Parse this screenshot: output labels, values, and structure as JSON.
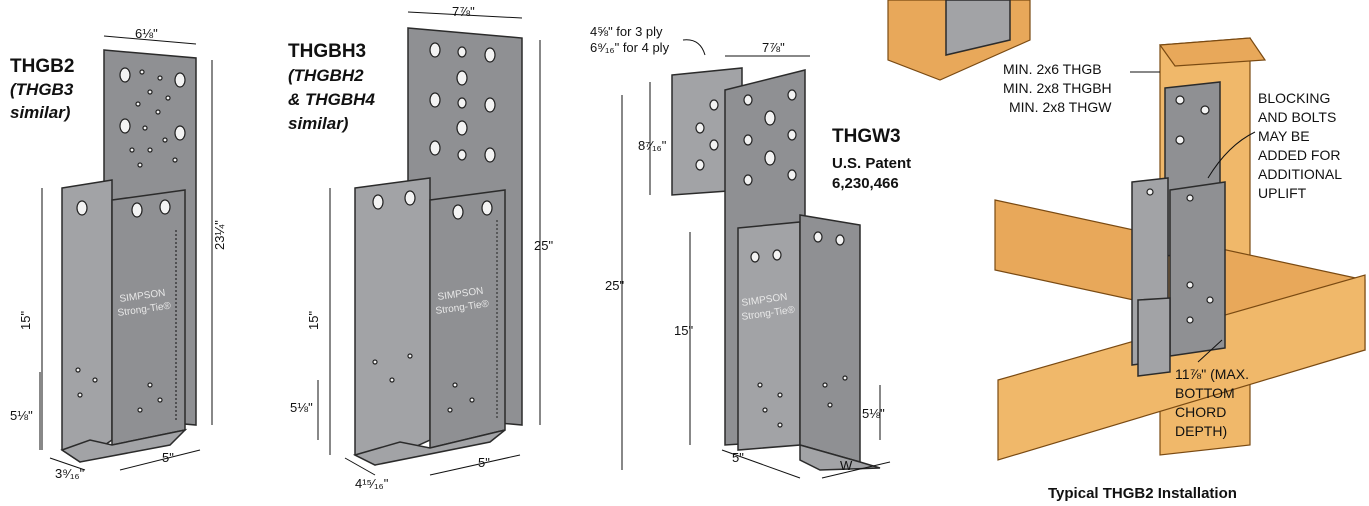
{
  "thgb2": {
    "model": "THGB2",
    "similar_line1": "(THGB3",
    "similar_line2": "similar)",
    "dim_width_top": "6⅛\"",
    "dim_height_total": "23¼\"",
    "dim_height_side": "15\"",
    "dim_seat": "5⅛\"",
    "dim_base": "3⁹⁄₁₆\"",
    "dim_depth": "5\""
  },
  "thgbh3": {
    "model": "THGBH3",
    "similar_line1": "(THGBH2",
    "similar_line2": "& THGBH4",
    "similar_line3": "similar)",
    "dim_width_top": "7⅞\"",
    "dim_height_total": "25\"",
    "dim_height_side": "15\"",
    "dim_seat": "5⅛\"",
    "dim_base": "4¹⁵⁄₁₆\"",
    "dim_depth": "5\""
  },
  "thgw3": {
    "model": "THGW3",
    "patent_line1": "U.S. Patent",
    "patent_line2": "6,230,466",
    "ply_note1": "4⅝\" for 3 ply",
    "ply_note2": "6⁹⁄₁₆\" for 4 ply",
    "dim_width_top": "7⅞\"",
    "dim_flange": "8⁷⁄₁₆\"",
    "dim_height_total": "25\"",
    "dim_height_side": "15\"",
    "dim_seat": "5⅛\"",
    "dim_depth": "5\"",
    "dim_width_var": "W"
  },
  "brand": {
    "line1": "SIMPSON",
    "line2": "Strong-Tie®"
  },
  "installation": {
    "min_line1": "MIN. 2x6 THGB",
    "min_line2": "MIN. 2x8 THGBH",
    "min_line3": "MIN. 2x8 THGW",
    "blocking": [
      "BLOCKING",
      "AND BOLTS",
      "MAY BE",
      "ADDED FOR",
      "ADDITIONAL",
      "UPLIFT"
    ],
    "chord": [
      "11⅞\" (MAX.",
      "BOTTOM",
      "CHORD",
      "DEPTH)"
    ],
    "caption": "Typical THGB2 Installation"
  }
}
